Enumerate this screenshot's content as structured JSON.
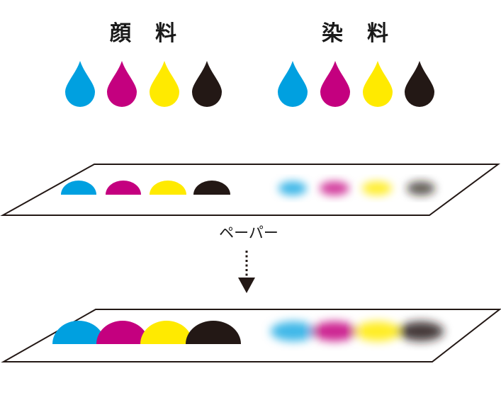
{
  "labels": {
    "pigment": "顔　料",
    "dye": "染　料",
    "paper": "ペーパー"
  },
  "colors": {
    "cyan": "#00a0e0",
    "magenta": "#c4007f",
    "yellow": "#ffea00",
    "black": "#231815",
    "outline": "#231815"
  },
  "icons": {
    "drop": "ink-drop-icon",
    "arrow": "dotted-down-arrow-icon"
  }
}
